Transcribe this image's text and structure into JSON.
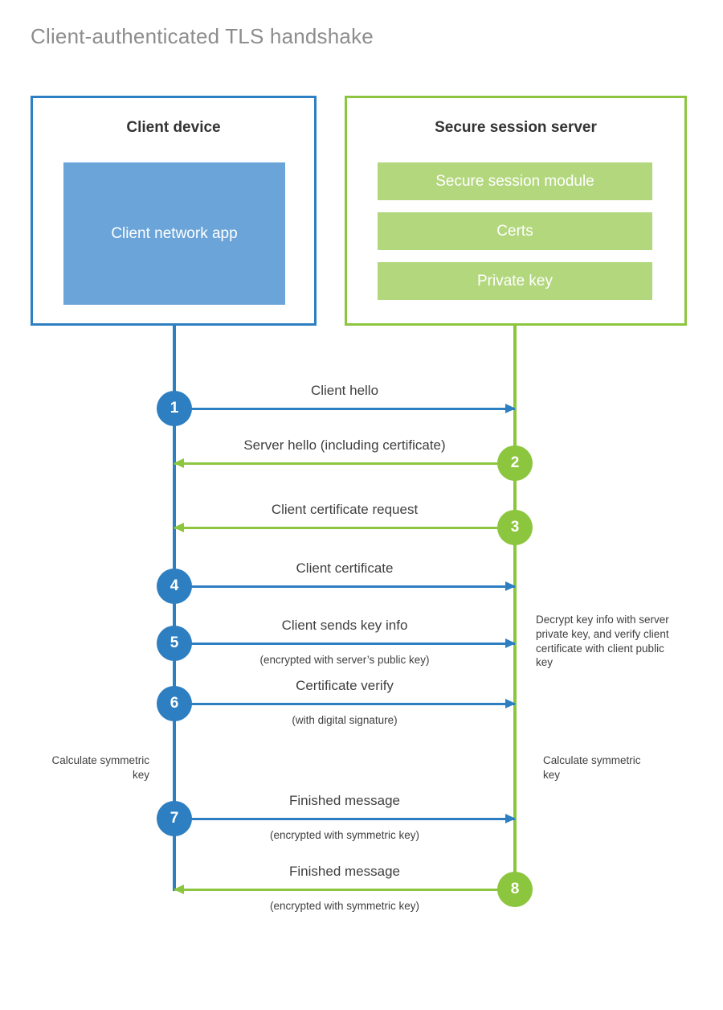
{
  "title": "Client-authenticated TLS handshake",
  "client_node": {
    "title": "Client device",
    "app_label": "Client network app"
  },
  "server_node": {
    "title": "Secure session server",
    "bars": [
      "Secure session module",
      "Certs",
      "Private key"
    ]
  },
  "steps": [
    {
      "number": "1",
      "label": "Client hello",
      "sublabel": "",
      "direction": "client-to-server",
      "side": "client",
      "color": "#2E7FC1"
    },
    {
      "number": "2",
      "label": "Server hello (including certificate)",
      "sublabel": "",
      "direction": "server-to-client",
      "side": "server",
      "color": "#8CC63E"
    },
    {
      "number": "3",
      "label": "Client certificate request",
      "sublabel": "",
      "direction": "server-to-client",
      "side": "server",
      "color": "#8CC63E"
    },
    {
      "number": "4",
      "label": "Client certificate",
      "sublabel": "",
      "direction": "client-to-server",
      "side": "client",
      "color": "#2E7FC1"
    },
    {
      "number": "5",
      "label": "Client sends key info",
      "sublabel": "(encrypted with server’s public key)",
      "direction": "client-to-server",
      "side": "client",
      "color": "#2E7FC1"
    },
    {
      "number": "6",
      "label": "Certificate verify",
      "sublabel": "(with digital signature)",
      "direction": "client-to-server",
      "side": "client",
      "color": "#2E7FC1"
    },
    {
      "number": "7",
      "label": "Finished message",
      "sublabel": "(encrypted with symmetric key)",
      "direction": "client-to-server",
      "side": "client",
      "color": "#2E7FC1"
    },
    {
      "number": "8",
      "label": "Finished message",
      "sublabel": "(encrypted with symmetric key)",
      "direction": "server-to-client",
      "side": "server",
      "color": "#8CC63E"
    }
  ],
  "annotations": {
    "server_decrypt": "Decrypt key info with server private key, and verify client certificate with client public key",
    "client_symmetric": "Calculate symmetric key",
    "server_symmetric": "Calculate symmetric key"
  },
  "colors": {
    "client_accent": "#2E7FC1",
    "server_accent": "#8CC63E",
    "client_app_fill": "#6AA4D8",
    "server_bar_fill": "#B3D77D",
    "title_color": "#8d8d8d"
  }
}
